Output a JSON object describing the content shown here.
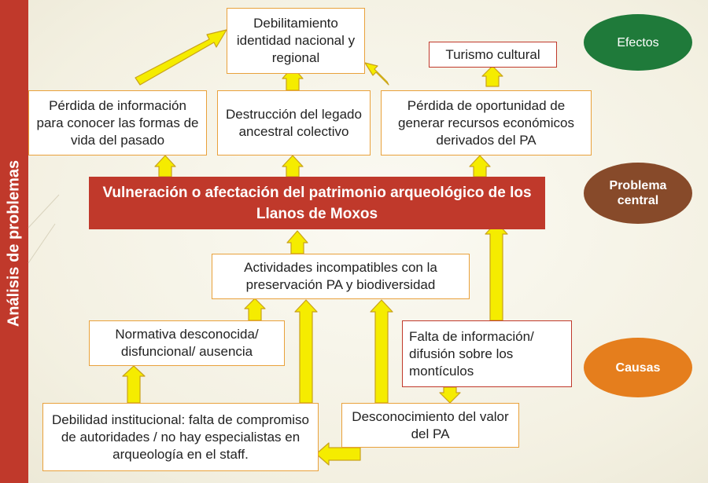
{
  "sidebar": {
    "title": "Análisis de problemas"
  },
  "legend": {
    "effects": "Efectos",
    "central_problem": "Problema central",
    "causes": "Causas"
  },
  "effects": {
    "top": "Debilitamiento identidad nacional y regional",
    "tourism": "Turismo cultural",
    "info_loss": "Pérdida de información para conocer las formas de vida del pasado",
    "legacy": "Destrucción del legado ancestral colectivo",
    "opportunity": "Pérdida de oportunidad de generar recursos económicos derivados del PA"
  },
  "central_problem": "Vulneración o afectación del patrimonio arqueológico de los Llanos de Moxos",
  "causes": {
    "activities": "Actividades incompatibles con la preservación PA y biodiversidad",
    "regulations": "Normativa desconocida/ disfuncional/ ausencia",
    "info_lack": "Falta de información/ difusión sobre los montículos",
    "institutional": "Debilidad institucional: falta de compromiso de autoridades / no hay especialistas en arqueología en el staff.",
    "unawareness": "Desconocimiento del valor del PA"
  },
  "colors": {
    "sidebar": "#c0392b",
    "box_border": "#e9a13b",
    "box_border_red": "#c0392b",
    "central": "#c0392b",
    "effects_ellipse": "#1f7a3a",
    "problem_ellipse": "#874a2a",
    "causes_ellipse": "#e57e1d",
    "arrow_fill": "#f5ec00",
    "arrow_stroke": "#c9a21b"
  }
}
